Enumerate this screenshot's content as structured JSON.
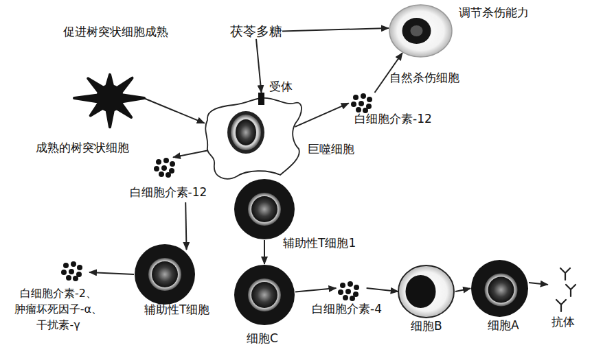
{
  "diagram": {
    "nodes": [
      {
        "text": [
          "茯苓多糖"
        ]
      },
      {
        "text": [
          "自然杀伤细胞"
        ]
      },
      {
        "text": [
          "成熟的树突状细胞"
        ]
      },
      {
        "text": [
          "巨噬细胞"
        ]
      },
      {
        "text": [
          "白细胞介素-12"
        ]
      },
      {
        "text": [
          "白细胞介素-12"
        ]
      },
      {
        "text": [
          "辅助性T细胞1"
        ]
      },
      {
        "text": [
          "辅助性T细胞"
        ]
      },
      {
        "text": [
          "白细胞介素-2、 肿瘤坏死因子-α、 干扰素-γ"
        ]
      },
      {
        "text": [
          "细胞C"
        ]
      },
      {
        "text": [
          "白细胞介素-4"
        ]
      },
      {
        "text": [
          "细胞B"
        ]
      },
      {
        "text": [
          "细胞A"
        ]
      },
      {
        "text": [
          "抗体"
        ]
      }
    ],
    "edges": [
      {
        "from": 0,
        "to": 3,
        "arrow": "to"
      },
      {
        "from": 0,
        "to": 1,
        "arrow": "to"
      },
      {
        "from": 2,
        "to": 3,
        "arrow": "to"
      },
      {
        "from": 3,
        "to": 4,
        "arrow": "to"
      },
      {
        "from": 4,
        "to": 1,
        "arrow": "to"
      },
      {
        "from": 3,
        "to": 5,
        "arrow": "to"
      },
      {
        "from": 5,
        "to": 7,
        "arrow": "to"
      },
      {
        "from": 6,
        "to": 9,
        "arrow": "to"
      },
      {
        "from": 7,
        "to": 8,
        "arrow": "to"
      },
      {
        "from": 9,
        "to": 10,
        "arrow": "to"
      },
      {
        "from": 10,
        "to": 11,
        "arrow": "to"
      },
      {
        "from": 11,
        "to": 12,
        "arrow": "to"
      },
      {
        "from": 12,
        "to": 13,
        "arrow": "to"
      }
    ],
    "labels": [
      "促进树突状细胞成熟",
      "受体",
      "调节杀伤能力"
    ]
  }
}
